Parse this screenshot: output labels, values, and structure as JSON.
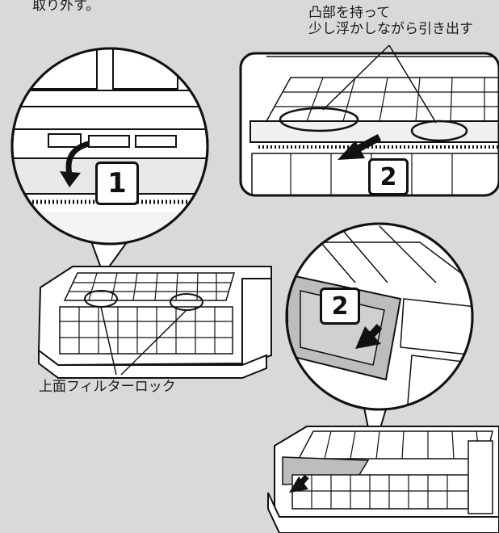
{
  "header_fragment": "取り外す。",
  "callout_top": {
    "line1": "凸部を持って",
    "line2": "少し浮かしながら引き出す"
  },
  "callout_bottom": "上面フィルターロック",
  "steps": {
    "step1": "1",
    "step2a": "2",
    "step2b": "2"
  },
  "colors": {
    "background": "#d9d9d9",
    "outline": "#111111",
    "panel": "#ffffff",
    "shadow": "#c4c4c4"
  }
}
